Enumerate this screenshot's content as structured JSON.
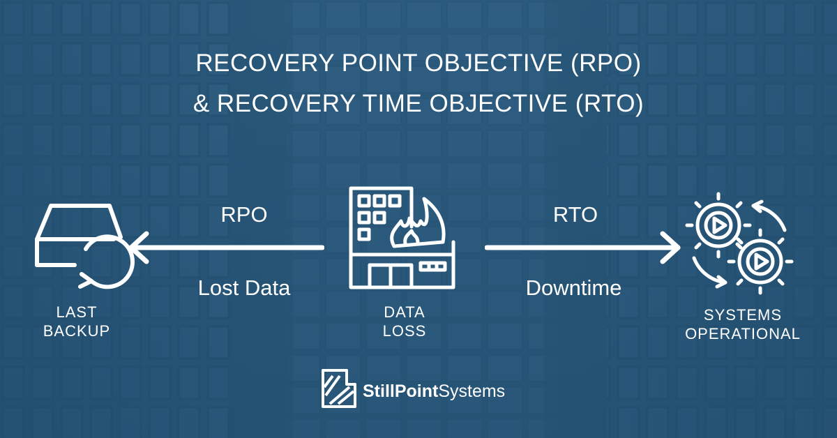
{
  "title": {
    "line1": "RECOVERY POINT OBJECTIVE (RPO)",
    "line2": "& RECOVERY TIME OBJECTIVE (RTO)"
  },
  "left": {
    "icon": "drive-restore-icon",
    "caption_line1": "LAST",
    "caption_line2": "BACKUP",
    "arrow_label": "RPO",
    "arrow_caption": "Lost Data"
  },
  "center": {
    "icon": "burning-building-icon",
    "caption_line1": "DATA",
    "caption_line2": "LOSS"
  },
  "right": {
    "icon": "gears-play-icon",
    "caption_line1": "SYSTEMS",
    "caption_line2": "OPERATIONAL",
    "arrow_label": "RTO",
    "arrow_caption": "Downtime"
  },
  "logo": {
    "brand_bold": "StillPoint",
    "brand_regular": "Systems"
  },
  "colors": {
    "background": "#2f5f82",
    "foreground": "#ffffff"
  }
}
